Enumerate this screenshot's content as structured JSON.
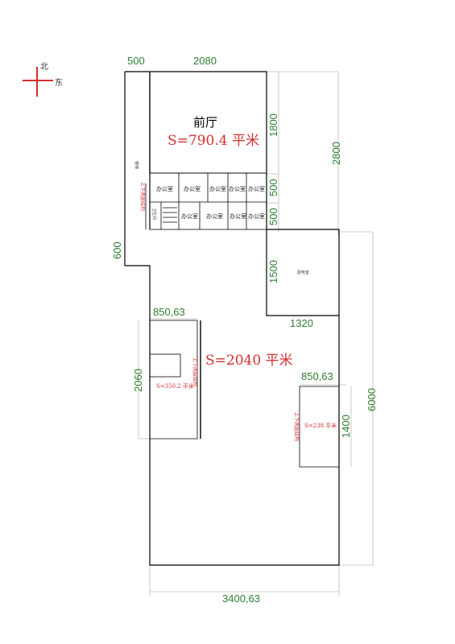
{
  "compass": {
    "north": "北",
    "east": "东",
    "color": "#d32f2f"
  },
  "dimensions": {
    "top_left": "500",
    "top_width": "2080",
    "front_hall_height": "1800",
    "right_total": "2800",
    "office_row1": "500",
    "office_row2": "500",
    "step": "600",
    "power_room_height": "1500",
    "power_room_width": "1320",
    "left_mezz_width": "850,63",
    "left_mezz_height": "2060",
    "right_mezz_width": "850,63",
    "right_mezz_height": "1400",
    "main_height": "6000",
    "bottom_width": "3400,63"
  },
  "rooms": {
    "front_hall": "前厅",
    "front_hall_area": "S=790.4 平米",
    "office": "办公室",
    "restroom": "卫生间",
    "corridor": "楼梯",
    "power_room": "配电室",
    "main_area": "S=2040 平米",
    "left_mezz_area": "S=350.2 平米",
    "right_mezz_area": "S=238 平米",
    "two_floor_label": "上下两层结构"
  },
  "colors": {
    "dimension": "#2e7d32",
    "area": "#d32f2f",
    "wall": "#000000"
  }
}
